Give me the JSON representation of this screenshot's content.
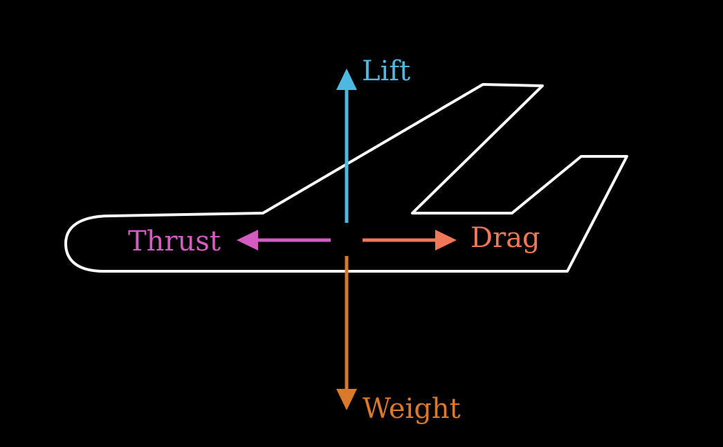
{
  "background_color": "#000000",
  "airplane": {
    "outline_color": "#ffffff",
    "icon": "airplane-outline"
  },
  "forces": {
    "lift": {
      "label": "Lift",
      "color": "#4db8e0"
    },
    "thrust": {
      "label": "Thrust",
      "color": "#d45bc0"
    },
    "drag": {
      "label": "Drag",
      "color": "#f07858"
    },
    "weight": {
      "label": "Weight",
      "color": "#d97a2a"
    }
  }
}
